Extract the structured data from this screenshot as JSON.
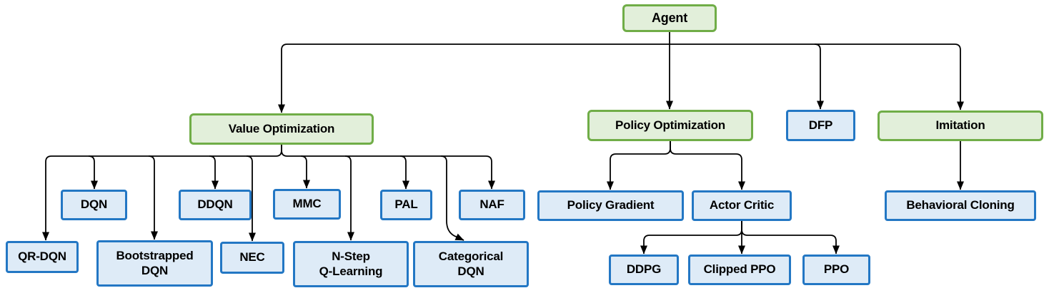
{
  "diagram": {
    "type": "hierarchy-tree",
    "description": "Reinforcement learning agent algorithm taxonomy",
    "colors": {
      "green_fill": "#e2efda",
      "green_border": "#70ad47",
      "blue_fill": "#deebf7",
      "blue_border": "#2377c4",
      "connector": "#000000",
      "background": "#ffffff"
    },
    "nodes": {
      "agent": {
        "label": "Agent",
        "category": "root"
      },
      "value_optimization": {
        "label": "Value Optimization",
        "category": "group"
      },
      "policy_optimization": {
        "label": "Policy Optimization",
        "category": "group"
      },
      "dfp": {
        "label": "DFP",
        "category": "algorithm"
      },
      "imitation": {
        "label": "Imitation",
        "category": "group"
      },
      "dqn": {
        "label": "DQN",
        "category": "algorithm"
      },
      "ddqn": {
        "label": "DDQN",
        "category": "algorithm"
      },
      "mmc": {
        "label": "MMC",
        "category": "algorithm"
      },
      "pal": {
        "label": "PAL",
        "category": "algorithm"
      },
      "naf": {
        "label": "NAF",
        "category": "algorithm"
      },
      "qr_dqn": {
        "label": "QR-DQN",
        "category": "algorithm"
      },
      "bootstrapped_dqn": {
        "label": "Bootstrapped\nDQN",
        "category": "algorithm"
      },
      "nec": {
        "label": "NEC",
        "category": "algorithm"
      },
      "n_step_q_learning": {
        "label": "N-Step\nQ-Learning",
        "category": "algorithm"
      },
      "categorical_dqn": {
        "label": "Categorical\nDQN",
        "category": "algorithm"
      },
      "policy_gradient": {
        "label": "Policy Gradient",
        "category": "algorithm"
      },
      "actor_critic": {
        "label": "Actor Critic",
        "category": "algorithm"
      },
      "ddpg": {
        "label": "DDPG",
        "category": "algorithm"
      },
      "clipped_ppo": {
        "label": "Clipped PPO",
        "category": "algorithm"
      },
      "ppo": {
        "label": "PPO",
        "category": "algorithm"
      },
      "behavioral_cloning": {
        "label": "Behavioral Cloning",
        "category": "algorithm"
      }
    },
    "edges": [
      {
        "from": "agent",
        "to": "value_optimization"
      },
      {
        "from": "agent",
        "to": "policy_optimization"
      },
      {
        "from": "agent",
        "to": "dfp"
      },
      {
        "from": "agent",
        "to": "imitation"
      },
      {
        "from": "value_optimization",
        "to": "qr_dqn"
      },
      {
        "from": "value_optimization",
        "to": "dqn"
      },
      {
        "from": "value_optimization",
        "to": "bootstrapped_dqn"
      },
      {
        "from": "value_optimization",
        "to": "ddqn"
      },
      {
        "from": "value_optimization",
        "to": "nec"
      },
      {
        "from": "value_optimization",
        "to": "mmc"
      },
      {
        "from": "value_optimization",
        "to": "n_step_q_learning"
      },
      {
        "from": "value_optimization",
        "to": "pal"
      },
      {
        "from": "value_optimization",
        "to": "categorical_dqn"
      },
      {
        "from": "value_optimization",
        "to": "naf"
      },
      {
        "from": "policy_optimization",
        "to": "policy_gradient"
      },
      {
        "from": "policy_optimization",
        "to": "actor_critic"
      },
      {
        "from": "actor_critic",
        "to": "ddpg"
      },
      {
        "from": "actor_critic",
        "to": "clipped_ppo"
      },
      {
        "from": "actor_critic",
        "to": "ppo"
      },
      {
        "from": "imitation",
        "to": "behavioral_cloning"
      }
    ]
  }
}
